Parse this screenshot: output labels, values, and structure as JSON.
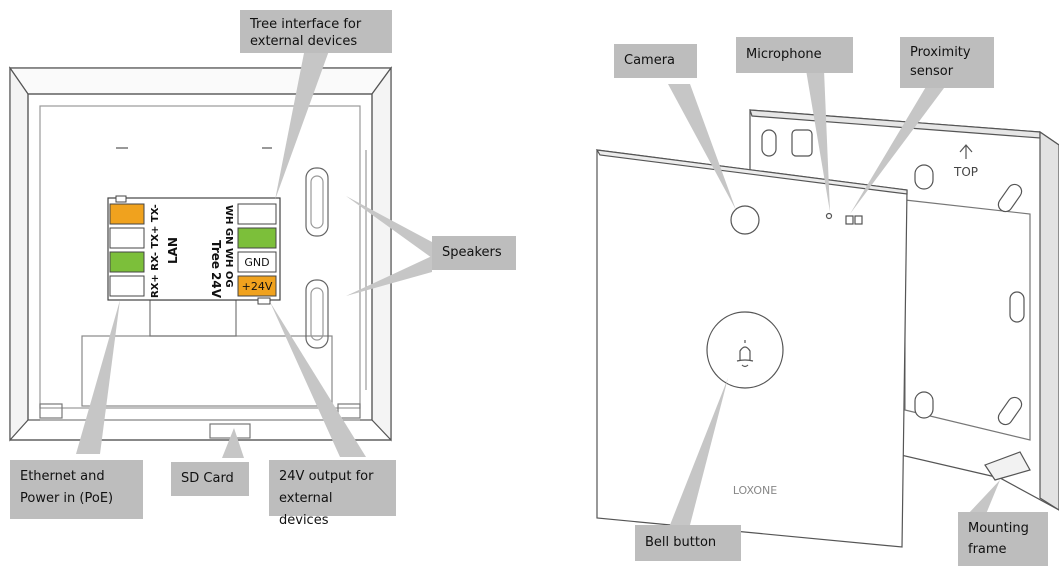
{
  "labels": {
    "tree_interface": "Tree interface for\nexternal devices",
    "speakers": "Speakers",
    "ethernet_poe": "Ethernet and\nPower in (PoE)",
    "sd_card": "SD Card",
    "output_24v": "24V output for\nexternal devices",
    "camera": "Camera",
    "microphone": "Microphone",
    "proximity": "Proximity\nsensor",
    "bell_button": "Bell button",
    "mounting_frame": "Mounting\nframe"
  },
  "terminal": {
    "lan_pins": "RX+ RX- TX+ TX-",
    "lan_title": "LAN",
    "tree_pins": "WH GN WH OG",
    "tree_title": "Tree",
    "v24_title": "24V",
    "gnd": "GND",
    "plus24": "+24V"
  },
  "device": {
    "brand": "LOXONE",
    "top_mark": "TOP"
  },
  "colors": {
    "orange": "#f0a21e",
    "green": "#7cbf3a",
    "label_bg": "#bdbdbd",
    "leader": "#c6c6c6"
  }
}
